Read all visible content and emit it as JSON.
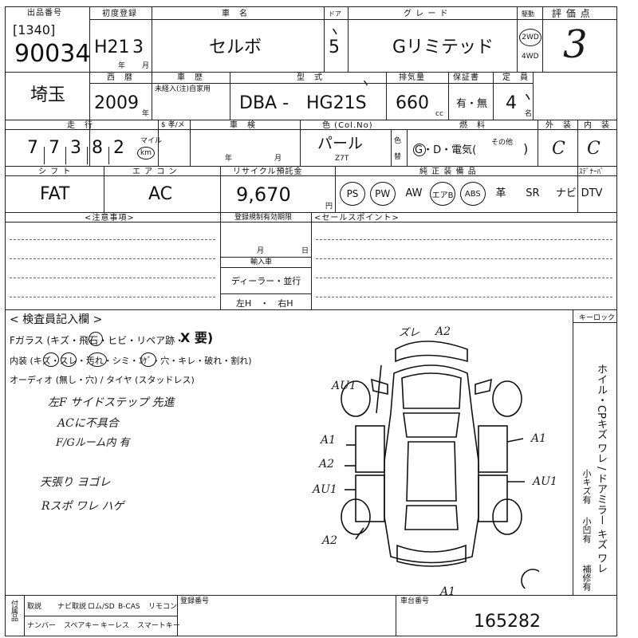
{
  "header": {
    "exhibit_no_label": "出品番号",
    "first_reg_label": "初度登録",
    "car_name_label": "車　名",
    "door_label": "ドア",
    "grade_label": "グ レ ー ド",
    "drive_label": "駆動",
    "score_label": "評 価 点"
  },
  "values": {
    "lot_code": "[1340]",
    "lot_no": "90034",
    "first_reg_era": "H21",
    "first_reg_month": "3",
    "year_unit": "年",
    "month_unit": "月",
    "car_name": "セルボ",
    "doors": "5",
    "grade": "Gリミテッド",
    "drive_2wd": "2WD",
    "drive_4wd": "4WD",
    "score": "3"
  },
  "row2": {
    "pref": "埼玉",
    "year_label": "西　暦",
    "year": "2009",
    "year_unit": "年",
    "history_label": "車　歴",
    "history_sub": "未経入(注)自家用",
    "model_label": "型　式",
    "model": "DBA -　HG21S",
    "cc_label": "排気量",
    "cc": "660",
    "cc_unit": "cc",
    "warranty_label": "保証書",
    "warranty_opts": "有・無",
    "capacity_label": "定　員",
    "capacity": "4",
    "capacity_unit": "名"
  },
  "row3": {
    "mileage_label": "走　行",
    "mileage_digits": [
      "7",
      "7",
      "3",
      "8",
      "2"
    ],
    "mile_unit": "マイル",
    "km_unit": "km",
    "meter_label": "$ 孝/メ",
    "inspection_label": "車　検",
    "ins_year_unit": "年",
    "ins_month_unit": "月",
    "color_label": "色 (Col.No)",
    "color": "パール",
    "color_no": "Z7T",
    "recolor_label_top": "色",
    "recolor_label_bottom": "替",
    "fuel_label": "燃　料",
    "fuel_opts": "G・D・電気(",
    "fuel_other": "その他",
    "fuel_close": ")",
    "exterior_label": "外　装",
    "exterior": "C",
    "interior_label": "内　装",
    "interior": "C"
  },
  "row4": {
    "shift_label": "シ フ ト",
    "shift": "FAT",
    "aircon_label": "エ ア コ ン",
    "aircon": "AC",
    "recycle_label": "リサイクル預託金",
    "recycle": "9,670",
    "recycle_unit": "円",
    "equip_label": "純 正 装 備 品",
    "tuner_label": "ｽﾃﾞﾅｰﾊﾞ",
    "equipment": [
      "PS",
      "PW",
      "AW",
      "エアB",
      "ABS",
      "革",
      "SR",
      "ナビ",
      "DTV"
    ]
  },
  "notes": {
    "caution_label": "<注意事項>",
    "reg_validity_label": "登録規制有効期限",
    "reg_month": "月",
    "reg_day": "日",
    "import_label": "輸入車",
    "dealer": "ディーラー・並行",
    "steering": "左H　・　右H",
    "sales_label": "<セールスポイント>"
  },
  "inspector": {
    "title": "< 検査員記入欄 >",
    "line1": "Fガラス (キズ・飛石・ヒビ・リペア跡・",
    "line1_mark": "X 要)",
    "line2": "内装 (キズ・スレ・汚れ・シミ・ｺｹﾞ・穴・キレ・破れ・割れ)",
    "line3": "オーディオ (無し・穴) / タイヤ (スタッドレス)",
    "hand_notes": [
      "左F サイドステップ 先進",
      "ACに不具合",
      "F/Gルーム内 有",
      "天張り ヨゴレ",
      "Rスポ ワレ ハゲ"
    ]
  },
  "diagram": {
    "marks": [
      "ズレ",
      "A2",
      "AU1",
      "A1",
      "A2",
      "AU1",
      "A1",
      "AU1",
      "A2",
      "A1"
    ]
  },
  "side": {
    "keylock_label": "キーロック",
    "vertical_text": "ホイル・CPキズ ワレ / ドアミラー キズ ワレ",
    "note1": "小キズ有",
    "note2": "小凹有",
    "note3": "補修有"
  },
  "bottom": {
    "cols_top": [
      "取説",
      "ナビ取説",
      "ロム/SD",
      "B-CAS",
      "リモコン"
    ],
    "cols_bottom": [
      "ナンバー",
      "スペアキー",
      "キーレス",
      "スマートキー"
    ],
    "side_label": "付属品",
    "reg_no_label": "登録番号",
    "chassis_label": "車台番号",
    "chassis_no": "165282"
  }
}
